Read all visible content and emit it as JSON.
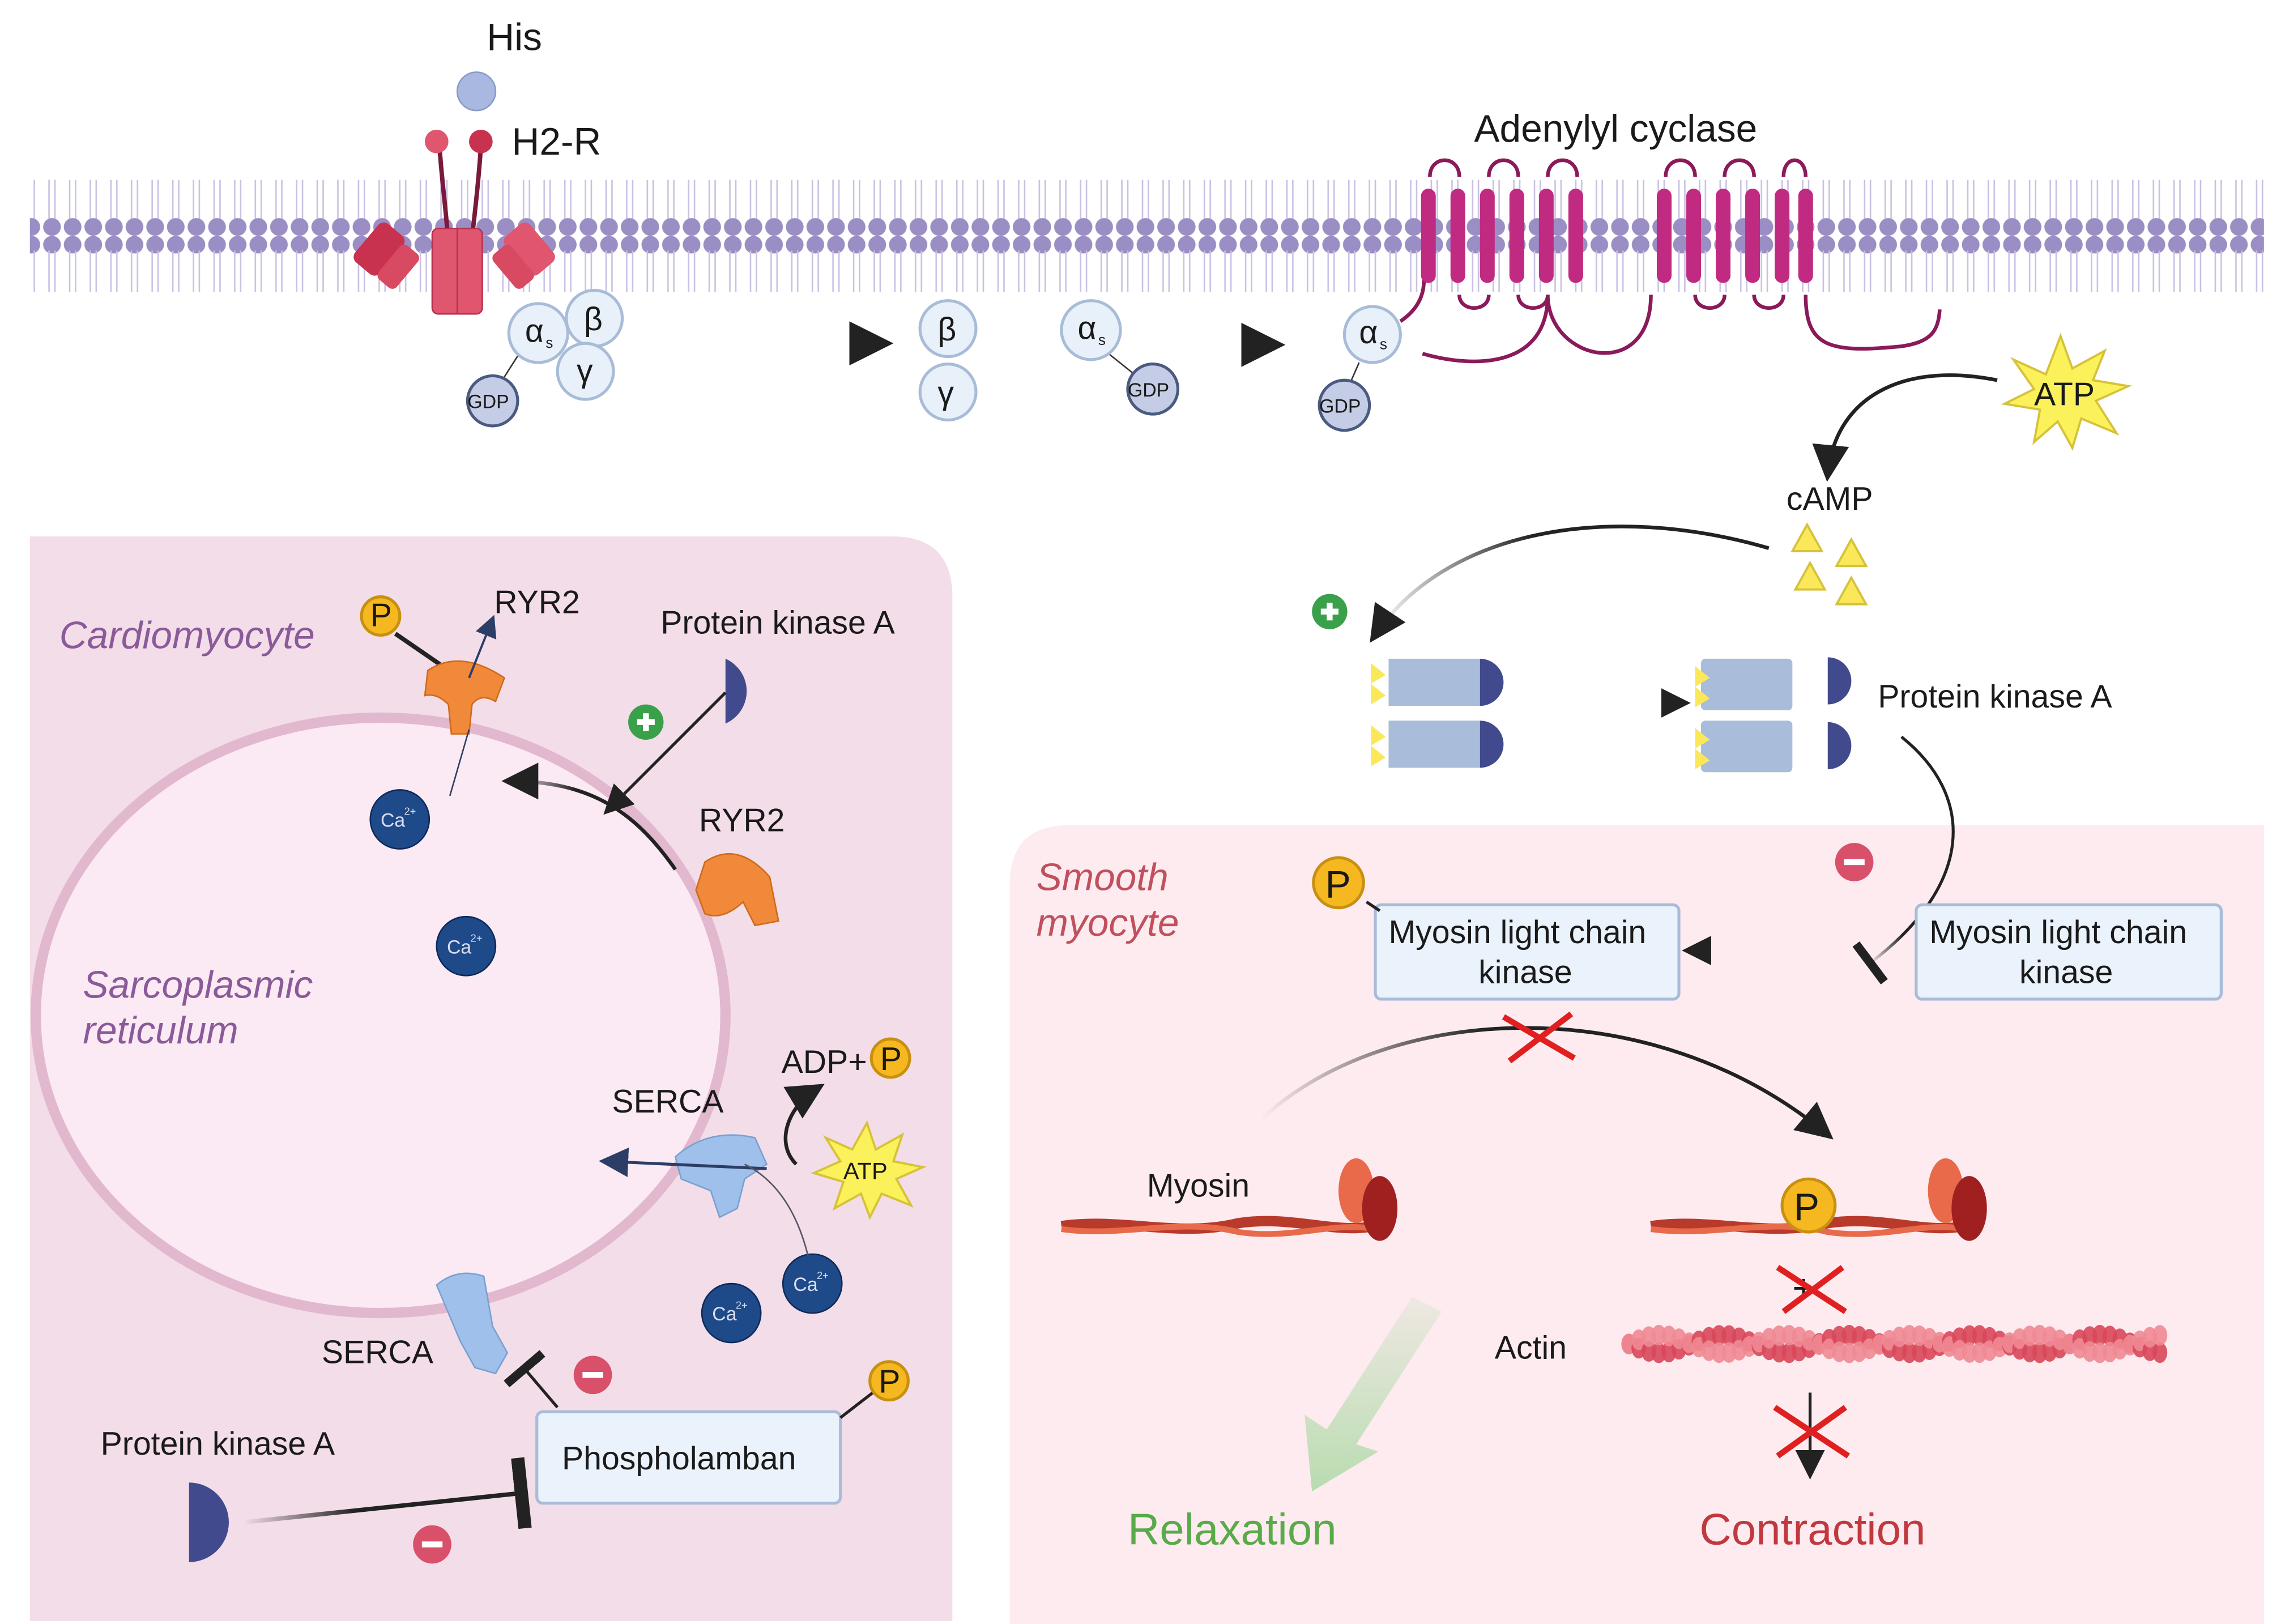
{
  "membrane": {
    "ligand": "His",
    "receptor": "H2-R",
    "enzyme": "Adenylyl cyclase",
    "g_protein": {
      "alpha": "α",
      "alpha_sub": "s",
      "beta": "β",
      "gamma": "γ",
      "gdp": "GDP"
    },
    "atp": "ATP",
    "camp": "cAMP"
  },
  "pka_panel": {
    "label": "Protein kinase A"
  },
  "cardiomyocyte": {
    "title": "Cardiomyocyte",
    "sr_label_1": "Sarcoplasmic",
    "sr_label_2": "reticulum",
    "ryr2_top": "RYR2",
    "ryr2_side": "RYR2",
    "pka_top": "Protein kinase A",
    "pka_bottom": "Protein kinase A",
    "serca_top": "SERCA",
    "serca_bottom": "SERCA",
    "adp": "ADP+",
    "atp": "ATP",
    "phospholamban": "Phospholamban",
    "ca": "Ca",
    "ca_charge": "2+",
    "phosphate": "P"
  },
  "smooth": {
    "title_1": "Smooth",
    "title_2": "myocyte",
    "mlck_active_1": "Myosin light chain",
    "mlck_active_2": "kinase",
    "mlck_inactive_1": "Myosin light chain",
    "mlck_inactive_2": "kinase",
    "myosin": "Myosin",
    "actin": "Actin",
    "relaxation": "Relaxation",
    "contraction": "Contraction",
    "phosphate": "P"
  },
  "signs": {
    "plus": "+",
    "minus": "−"
  },
  "colors": {
    "membrane": "#9b8ec4",
    "cardio_bg": "#f3dde8",
    "smooth_bg": "#fdebef",
    "relaxation": "#5aaa4a",
    "contraction": "#c0393f",
    "cardio_title": "#8a5a9a",
    "smooth_title": "#c0505e"
  }
}
